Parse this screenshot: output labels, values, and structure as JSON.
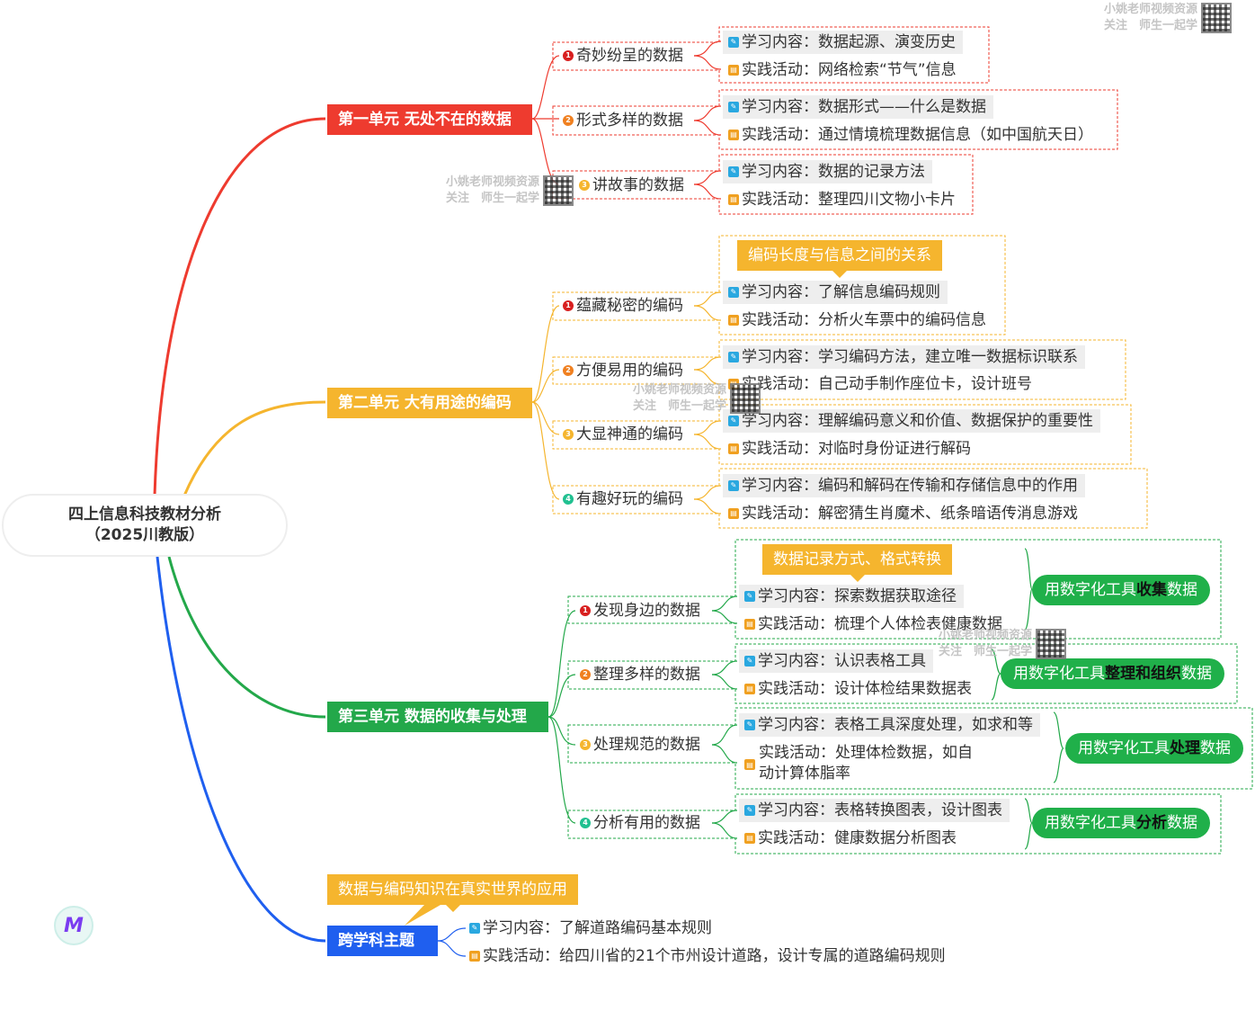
{
  "root": {
    "line1": "四上信息科技教材分析",
    "line2": "（2025川教版）"
  },
  "colors": {
    "unit1": "#ee3b2f",
    "unit2": "#f5b52e",
    "unit3": "#23a84a",
    "unit4": "#1f5fef"
  },
  "units": [
    {
      "title": "第一单元 无处不在的数据",
      "lessons": [
        {
          "num": "1",
          "title": "奇妙纷呈的数据",
          "learn": "学习内容：数据起源、演变历史",
          "act": "实践活动：网络检索“节气”信息"
        },
        {
          "num": "2",
          "title": "形式多样的数据",
          "learn": "学习内容：数据形式——什么是数据",
          "act": "实践活动：通过情境梳理数据信息（如中国航天日）"
        },
        {
          "num": "3",
          "title": "讲故事的数据",
          "learn": "学习内容：数据的记录方法",
          "act": "实践活动：整理四川文物小卡片"
        }
      ]
    },
    {
      "title": "第二单元 大有用途的编码",
      "lessons": [
        {
          "num": "1",
          "title": "蕴藏秘密的编码",
          "callout": "编码长度与信息之间的关系",
          "learn": "学习内容：了解信息编码规则",
          "act": "实践活动：分析火车票中的编码信息"
        },
        {
          "num": "2",
          "title": "方便易用的编码",
          "learn": "学习内容：学习编码方法，建立唯一数据标识联系",
          "act": "实践活动：自己动手制作座位卡，设计班号"
        },
        {
          "num": "3",
          "title": "大显神通的编码",
          "learn": "学习内容：理解编码意义和价值、数据保护的重要性",
          "act": "实践活动：对临时身份证进行解码"
        },
        {
          "num": "4",
          "title": "有趣好玩的编码",
          "learn": "学习内容：编码和解码在传输和存储信息中的作用",
          "act": "实践活动：解密猜生肖魔术、纸条暗语传消息游戏"
        }
      ]
    },
    {
      "title": "第三单元 数据的收集与处理",
      "lessons": [
        {
          "num": "1",
          "title": "发现身边的数据",
          "callout": "数据记录方式、格式转换",
          "learn": "学习内容：探索数据获取途径",
          "act": "实践活动：梳理个人体检表健康数据",
          "summary": {
            "pre": "用数字化工具",
            "bold": "收集",
            "post": "数据"
          }
        },
        {
          "num": "2",
          "title": "整理多样的数据",
          "learn": "学习内容：认识表格工具",
          "act": "实践活动：设计体检结果数据表",
          "summary": {
            "pre": "用数字化工具",
            "bold": "整理和组织",
            "post": "数据"
          }
        },
        {
          "num": "3",
          "title": "处理规范的数据",
          "learn": "学习内容：表格工具深度处理，如求和等",
          "act_l1": "实践活动：处理体检数据，如自",
          "act_l2": "动计算体脂率",
          "summary": {
            "pre": "用数字化工具",
            "bold": "处理",
            "post": "数据"
          }
        },
        {
          "num": "4",
          "title": "分析有用的数据",
          "learn": "学习内容：表格转换图表，设计图表",
          "act": "实践活动：健康数据分析图表",
          "summary": {
            "pre": "用数字化工具",
            "bold": "分析",
            "post": "数据"
          }
        }
      ]
    },
    {
      "title": "跨学科主题",
      "callout": "数据与编码知识在真实世界的应用",
      "learn": "学习内容：了解道路编码基本规则",
      "act": "实践活动：给四川省的21个市州设计道路，设计专属的道路编码规则"
    }
  ],
  "watermark": {
    "line1": "小姚老师视频资源",
    "line2": "关注　师生一起学"
  },
  "logo": {
    "icon": "m-logo-icon"
  }
}
